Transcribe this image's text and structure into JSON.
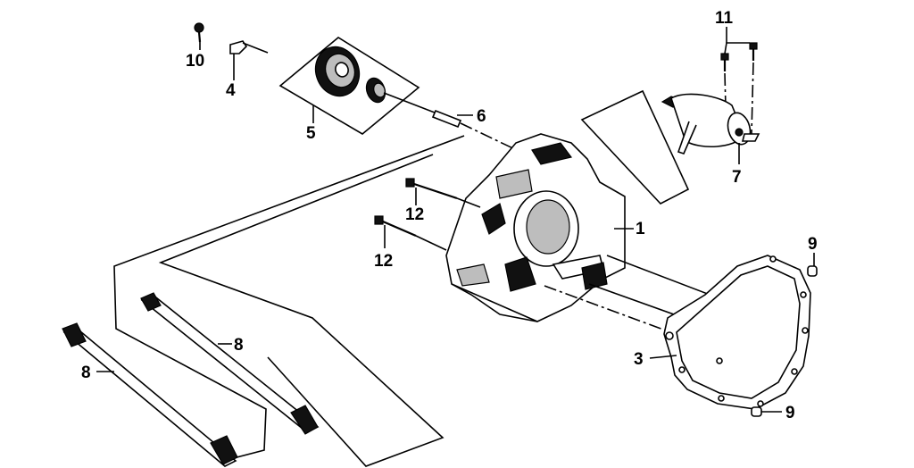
{
  "colors": {
    "line": "#000000",
    "background": "#ffffff",
    "shade": "#bdbdbd"
  },
  "callouts": {
    "c1": "1",
    "c3": "3",
    "c4": "4",
    "c5": "5",
    "c6": "6",
    "c7": "7",
    "c8a": "8",
    "c8b": "8",
    "c9a": "9",
    "c9b": "9",
    "c10": "10",
    "c11": "11",
    "c12a": "12",
    "c12b": "12"
  }
}
